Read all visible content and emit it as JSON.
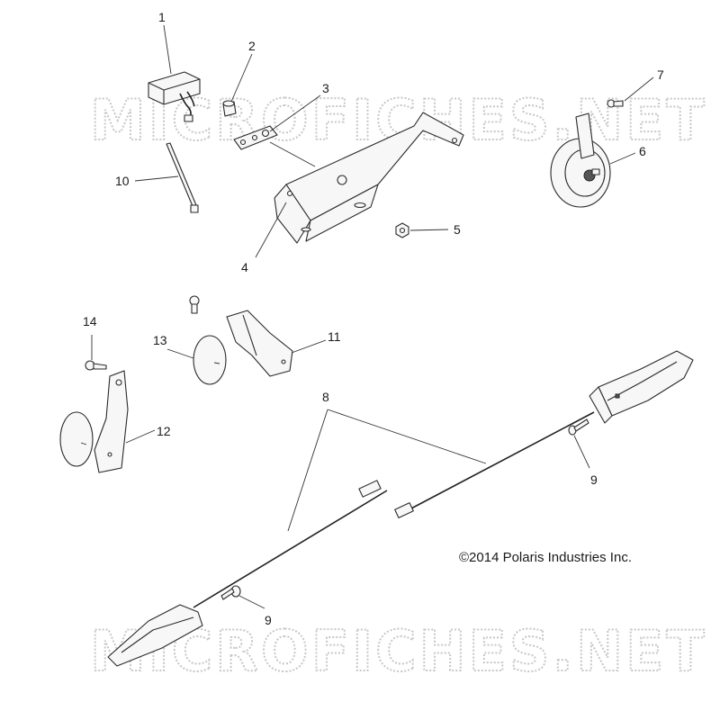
{
  "watermark": "MICROFICHES.NET",
  "copyright": "©2014 Polaris Industries Inc.",
  "callouts": {
    "c1": "1",
    "c2": "2",
    "c3": "3",
    "c4": "4",
    "c5": "5",
    "c6": "6",
    "c7": "7",
    "c8": "8",
    "c9a": "9",
    "c9b": "9",
    "c10": "10",
    "c11": "11",
    "c12": "12",
    "c13": "13",
    "c14": "14"
  }
}
